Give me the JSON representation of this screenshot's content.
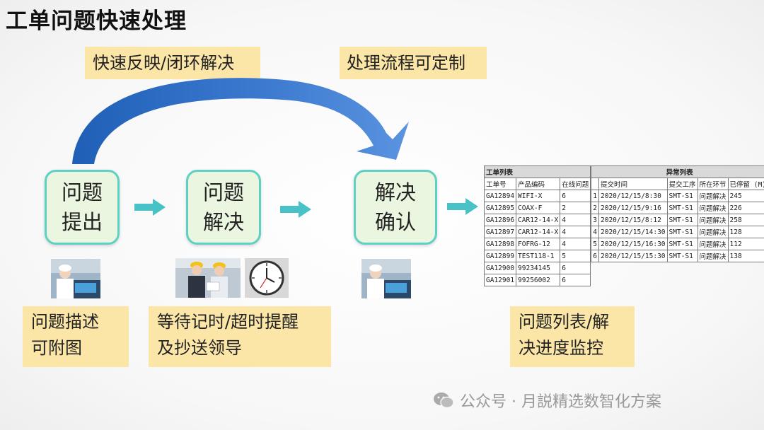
{
  "title": "工单问题快速处理",
  "labels": {
    "top_left": "快速反映/闭环解决",
    "top_right": "处理流程可定制",
    "desc1_l1": "问题描述",
    "desc1_l2": "可附图",
    "desc2_l1": "等待记时/超时提醒",
    "desc2_l2": "及抄送领导",
    "desc3_l1": "问题列表/解",
    "desc3_l2": "决进度监控"
  },
  "nodes": [
    {
      "l1": "问题",
      "l2": "提出"
    },
    {
      "l1": "问题",
      "l2": "解决"
    },
    {
      "l1": "解决",
      "l2": "确认"
    }
  ],
  "table": {
    "left_title": "工单列表",
    "right_title": "异常列表",
    "left_headers": [
      "工单号",
      "产品编码",
      "在线问题"
    ],
    "right_headers": [
      "",
      "提交时间",
      "提交工序",
      "所在环节",
      "已停留 (M)"
    ],
    "left_rows": [
      [
        "GA12894",
        "WIFI-X",
        "6"
      ],
      [
        "GA12895",
        "COAX-F",
        "2"
      ],
      [
        "GA12896",
        "CAR12-14-X",
        "4"
      ],
      [
        "GA12897",
        "CAR12-14-X",
        "4"
      ],
      [
        "GA12898",
        "FOFRG-12",
        "4"
      ],
      [
        "GA12899",
        "TEST118-1",
        "5"
      ],
      [
        "GA12900",
        "99234145",
        "6"
      ],
      [
        "GA12901",
        "99256002",
        "6"
      ]
    ],
    "right_rows": [
      [
        "1",
        "2020/12/15/8:30",
        "SMT-S1",
        "问题解决",
        "245"
      ],
      [
        "2",
        "2020/12/15/9:16",
        "SMT-S1",
        "问题解决",
        "226"
      ],
      [
        "3",
        "2020/12/15/8:12",
        "SMT-S1",
        "问题解决",
        "258"
      ],
      [
        "4",
        "2020/12/15/14:30",
        "SMT-S1",
        "问题解决",
        "128"
      ],
      [
        "5",
        "2020/12/15/16:30",
        "SMT-S1",
        "问题解决",
        "112"
      ],
      [
        "6",
        "2020/12/15/15:30",
        "SMT-S1",
        "问题解决",
        "138"
      ]
    ]
  },
  "watermark": "公众号 · 月説精选数智化方案",
  "colors": {
    "node_fill": "#eaf6df",
    "node_border": "#5fd0c3",
    "label_fill": "#fbe6a8",
    "arc_blue": "#2e6fc4",
    "arrow_teal": "#48c2c6"
  }
}
